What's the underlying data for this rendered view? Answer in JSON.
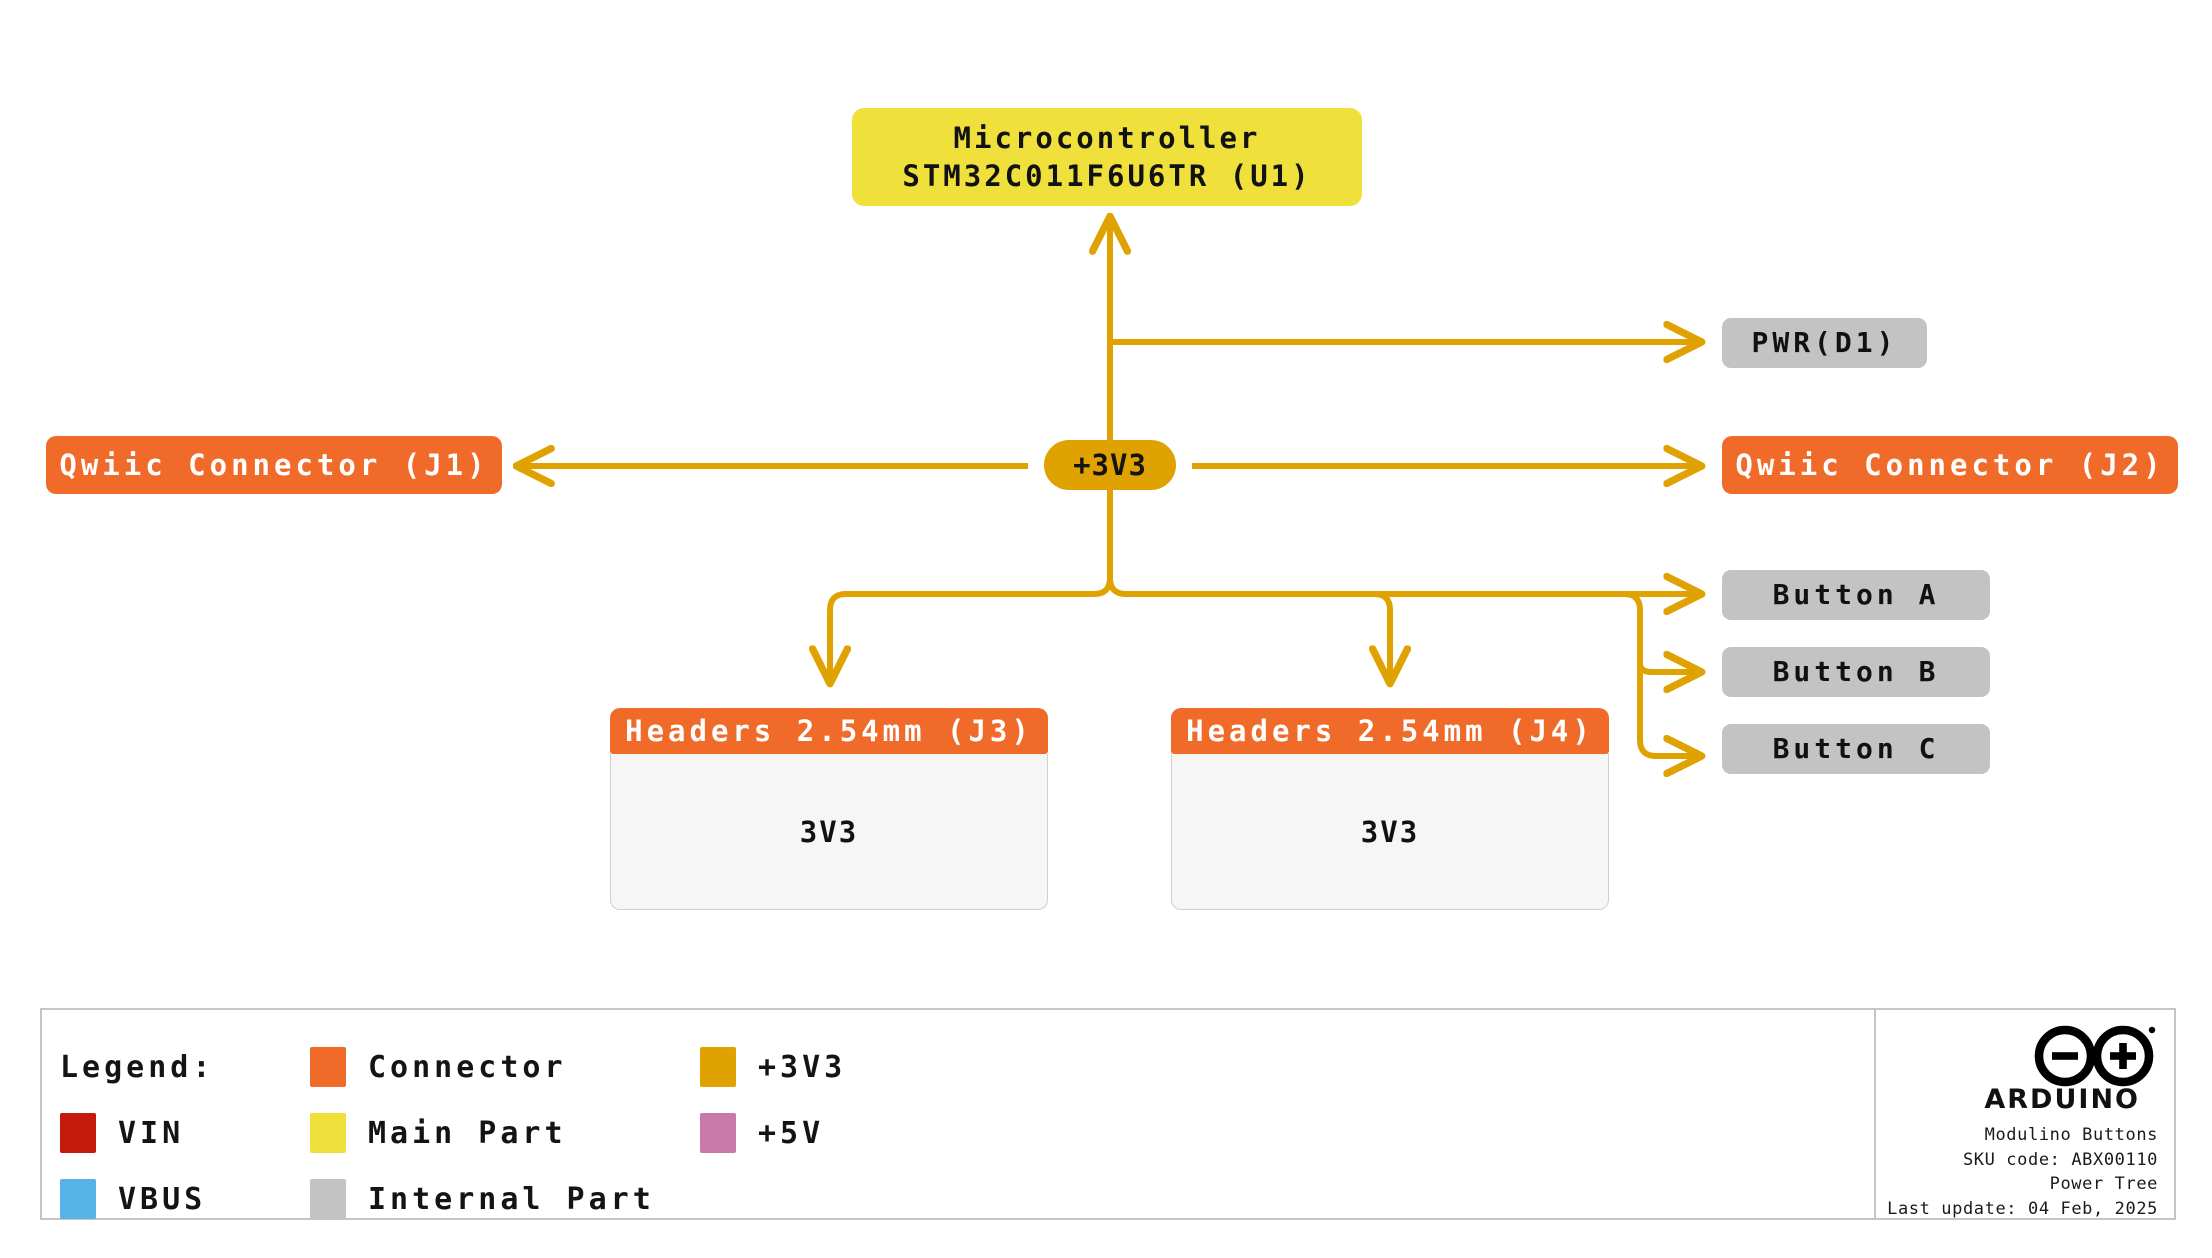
{
  "diagram": {
    "title": "Modulino Buttons Power Tree",
    "nodes": {
      "microcontroller": {
        "label": "Microcontroller\nSTM32C011F6U6TR (U1)",
        "type": "main-part",
        "color": "#F0E03C"
      },
      "rail_3v3": {
        "label": "+3V3",
        "type": "rail",
        "color": "#E0A200"
      },
      "pwr_d1": {
        "label": "PWR(D1)",
        "type": "internal-part",
        "color": "#C3C3C3"
      },
      "qwiic_j1": {
        "label": "Qwiic Connector (J1)",
        "type": "connector",
        "color": "#F06A2A"
      },
      "qwiic_j2": {
        "label": "Qwiic Connector (J2)",
        "type": "connector",
        "color": "#F06A2A"
      },
      "headers_j3": {
        "title": "Headers 2.54mm (J3)",
        "body": "3V3",
        "type": "connector",
        "color": "#F06A2A"
      },
      "headers_j4": {
        "title": "Headers 2.54mm (J4)",
        "body": "3V3",
        "type": "connector",
        "color": "#F06A2A"
      },
      "button_a": {
        "label": "Button A",
        "type": "internal-part",
        "color": "#C3C3C3"
      },
      "button_b": {
        "label": "Button B",
        "type": "internal-part",
        "color": "#C3C3C3"
      },
      "button_c": {
        "label": "Button C",
        "type": "internal-part",
        "color": "#C3C3C3"
      }
    },
    "wire_color": "#E0A200"
  },
  "legend": {
    "title": "Legend:",
    "rows": [
      [
        {
          "label": "Legend:",
          "swatch": null,
          "is_title": true
        },
        {
          "label": "Connector",
          "swatch": "#F06A2A"
        },
        {
          "label": "+3V3",
          "swatch": "#E0A200"
        }
      ],
      [
        {
          "label": "VIN",
          "swatch": "#C4190D"
        },
        {
          "label": "Main Part",
          "swatch": "#F0E03C"
        },
        {
          "label": "+5V",
          "swatch": "#C879AA"
        }
      ],
      [
        {
          "label": "VBUS",
          "swatch": "#55B3E8"
        },
        {
          "label": "Internal Part",
          "swatch": "#C3C3C3"
        },
        {
          "label": "",
          "swatch": null
        }
      ]
    ]
  },
  "branding": {
    "wordmark": "ARDUINO",
    "meta": [
      "Modulino Buttons",
      "SKU code: ABX00110",
      "Power Tree",
      "Last update: 04 Feb, 2025"
    ]
  }
}
